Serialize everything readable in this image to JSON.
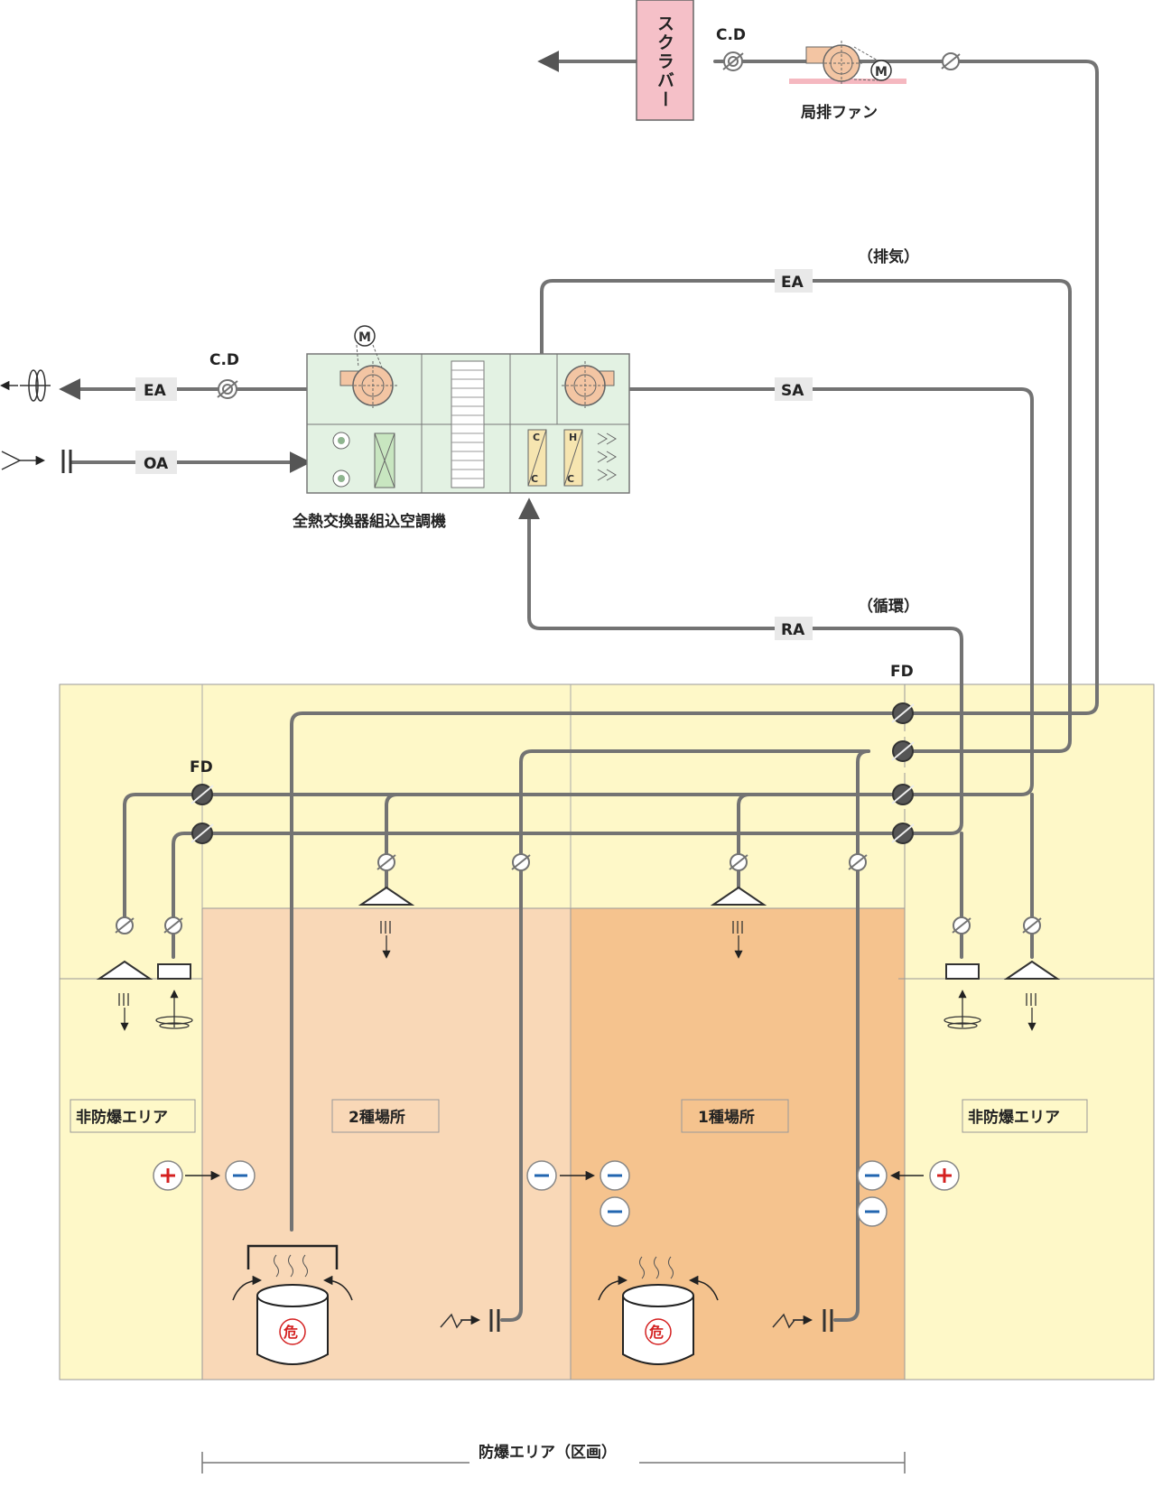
{
  "labels": {
    "scrubber": "スクラバー",
    "cd_top": "C.D",
    "local_fan": "局排ファン",
    "exhaust_paren": "（排気）",
    "ea_upper": "EA",
    "cd_left": "C.D",
    "ea_left": "EA",
    "oa": "OA",
    "sa": "SA",
    "ahu": "全熱交換器組込空調機",
    "circ_paren": "（循環）",
    "ra": "RA",
    "fd_right": "FD",
    "fd_left": "FD",
    "zone_nonex_left": "非防爆エリア",
    "zone_class2": "2種場所",
    "zone_class1": "1種場所",
    "zone_nonex_right": "非防爆エリア",
    "danger": "危",
    "bottom_range": "防爆エリア（区画）",
    "motor": "M",
    "coil_c": "C",
    "coil_h": "H"
  },
  "colors": {
    "duct": "#737373",
    "non_ex_area": "#fef8c8",
    "class2_area": "#f9d8b7",
    "class1_area": "#f5c38e",
    "scrubber": "#f5c0c8",
    "ahu_body": "#e3f2e3",
    "fan_body": "#f3c5a3",
    "positive": "#d42020",
    "negative": "#2266b0"
  }
}
